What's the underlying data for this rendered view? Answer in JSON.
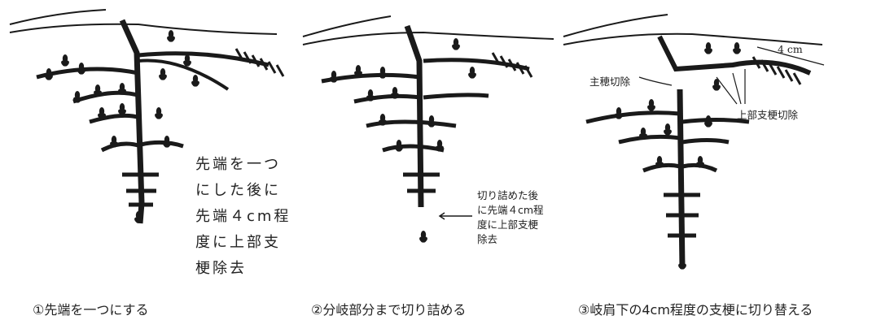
{
  "notes": {
    "panel1": "先端を一つ\nにした後に\n先端４cm程\n度に上部支\n梗除去",
    "panel2": "切り詰めた後\nに先端４cm程\n度に上部支梗\n除去"
  },
  "labels": {
    "shusui": "主穂切除",
    "jobu": "上部支梗切除",
    "four_cm": "4 cm"
  },
  "captions": {
    "step1": "①先端を一つにする",
    "step2": "②分岐部分まで切り詰める",
    "step3": "③岐肩下の4cm程度の支梗に切り替える"
  },
  "colors": {
    "ink": "#1a1a1a",
    "background": "#ffffff"
  }
}
